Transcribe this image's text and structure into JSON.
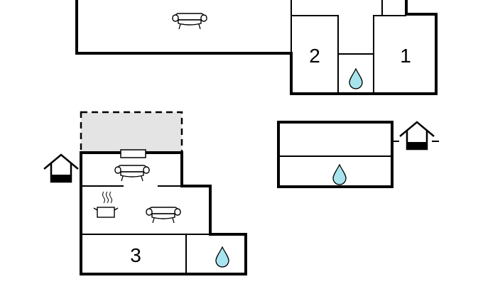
{
  "rooms": {
    "bedroom_1": "1",
    "bedroom_2": "2",
    "bedroom_3": "3"
  },
  "icons": {
    "sofa": "sofa-icon",
    "shower": "water-drop-icon",
    "kitchen": "cooking-pot-icon",
    "entrance": "house-entrance-icon"
  },
  "colors": {
    "wall": "#000000",
    "water_drop": "#a8e4ee",
    "terrace": "#e4e4e4",
    "background": "#ffffff"
  }
}
